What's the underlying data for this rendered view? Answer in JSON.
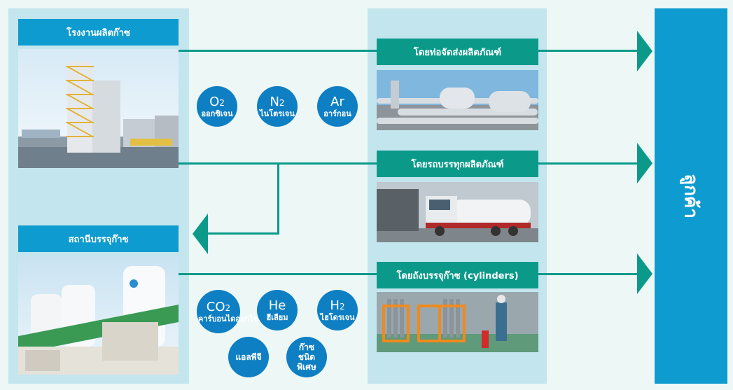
{
  "sources": {
    "plant": "โรงงานผลิตก๊าซ",
    "filling_station": "สถานีบรรจุก๊าซ"
  },
  "methods": {
    "pipeline": "โดยท่อจัดส่งผลิตภัณฑ์",
    "truck": "โดยรถบรรทุกผลิตภัณฑ์",
    "cylinders": "โดยถังบรรจุก๊าซ (cylinders)"
  },
  "gases_top": [
    {
      "symbol": "O",
      "sub": "2",
      "name": "ออกซิเจน"
    },
    {
      "symbol": "N",
      "sub": "2",
      "name": "ไนโตรเจน"
    },
    {
      "symbol": "Ar",
      "sub": "",
      "name": "อาร์กอน"
    }
  ],
  "gases_bottom": [
    {
      "symbol": "CO",
      "sub": "2",
      "name": "คาร์บอนไดออกไซด์"
    },
    {
      "symbol": "He",
      "sub": "",
      "name": "ฮีเลียม"
    },
    {
      "symbol": "H",
      "sub": "2",
      "name": "ไฮโดรเจน"
    }
  ],
  "gases_extra": [
    "แอลพีจี",
    "ก๊าซชนิดพิเศษ"
  ],
  "customer": "ลูกค้า",
  "colors": {
    "accent_blue": "#0e9bcf",
    "arrow_teal": "#0b9a8a",
    "bubble_blue": "#0e7fc3",
    "panel": "#c3e6ee"
  }
}
